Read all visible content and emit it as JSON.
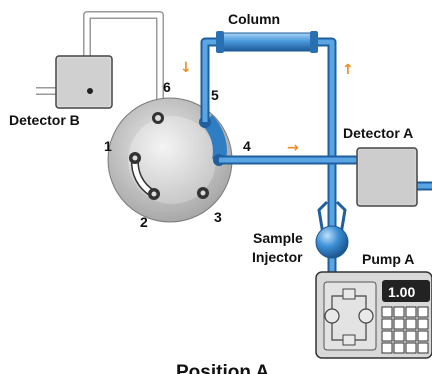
{
  "title": "Position A",
  "labels": {
    "column": "Column",
    "detector_b": "Detector B",
    "detector_a": "Detector A",
    "sample_injector_line1": "Sample",
    "sample_injector_line2": "Injector",
    "pump_a": "Pump A"
  },
  "pump_display": "1.00",
  "valve_ports": [
    "1",
    "2",
    "3",
    "4",
    "5",
    "6"
  ],
  "flow_arrows": {
    "left": "↓",
    "right": "↑",
    "horizontal": "→"
  },
  "colors": {
    "flow_path": "#2f7ec4",
    "flow_path_light": "#7ab6e6",
    "arrow": "#f28c1c",
    "inactive_tube": "#c8c8c8",
    "valve_body": "#c9c9c9",
    "device_body": "#d8d8d8"
  }
}
